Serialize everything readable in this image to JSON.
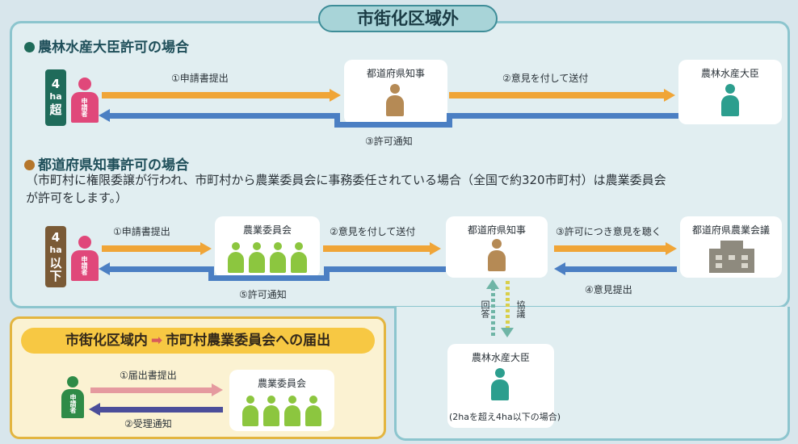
{
  "outer_title": "市街化区域外",
  "section1": {
    "title": "農林水産大臣許可の場合",
    "badge": [
      "4",
      "ha",
      "超"
    ],
    "applicant": "申請者",
    "step1": "①申請書提出",
    "step2": "②意見を付して送付",
    "step3": "③許可通知",
    "node_governor": "都道府県知事",
    "node_minister": "農林水産大臣"
  },
  "section2": {
    "title": "都道府県知事許可の場合",
    "note_line1": "（市町村に権限委譲が行われ、市町村から農業委員会に事務委任されている場合（全国で約320市町村）は農業委員会",
    "note_line2": "が許可をします。）",
    "badge": [
      "4",
      "ha",
      "以",
      "下"
    ],
    "applicant": "申請者",
    "step1": "①申請書提出",
    "step2": "②意見を付して送付",
    "step3": "③許可につき意見を聴く",
    "step4": "④意見提出",
    "step5": "⑤許可通知",
    "node_committee": "農業委員会",
    "node_governor": "都道府県知事",
    "node_council": "都道府県農業会議",
    "node_minister": "農林水産大臣",
    "consult": "協議",
    "reply": "回答",
    "minister_note": "(2haを超え4ha以下の場合)"
  },
  "section3": {
    "title_left": "市街化区域内",
    "title_arrow": "➡",
    "title_right": "市町村農業委員会への届出",
    "applicant": "申請者",
    "step1": "①届出書提出",
    "step2": "②受理通知",
    "node_committee": "農業委員会"
  },
  "colors": {
    "orange": "#f0a537",
    "blue": "#4b7fc3",
    "applicant_pink": "#e0487a",
    "governor_brown": "#b58a55",
    "minister_teal": "#2c9e8e",
    "committee_green": "#8cc63f",
    "badge_green": "#1f6b5a",
    "badge_brown": "#7a5a36",
    "dark_green_person": "#2e8b47",
    "pink_arrow": "#e59a9f",
    "navy_arrow": "#4b4e9a"
  }
}
